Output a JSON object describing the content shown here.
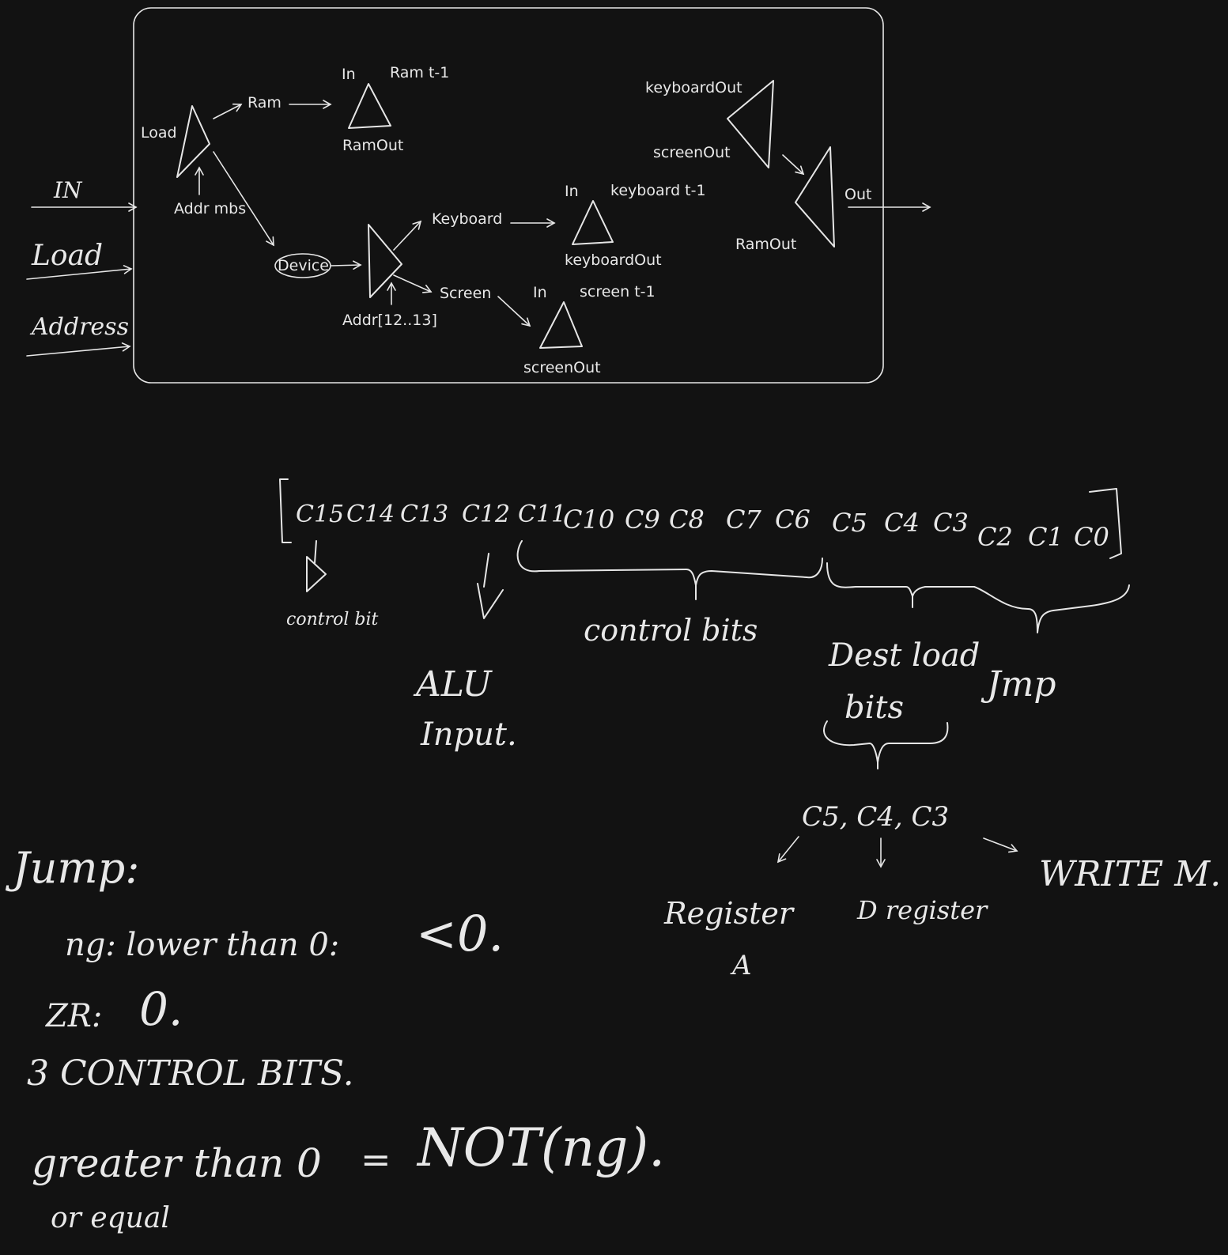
{
  "inputs": {
    "in": "IN",
    "load": "Load",
    "address": "Address"
  },
  "block": {
    "load_label": "Load",
    "addr_mbs": "Addr mbs",
    "ram": "Ram",
    "ram_in": "In",
    "ram_t1": "Ram t-1",
    "ram_out": "RamOut",
    "device": "Device",
    "addr_12_13": "Addr[12..13]",
    "keyboard": "Keyboard",
    "kb_in": "In",
    "kb_t1": "keyboard t-1",
    "kb_out": "keyboardOut",
    "screen": "Screen",
    "scr_in": "In",
    "scr_t1": "screen t-1",
    "scr_out": "screenOut",
    "mux_kb": "keyboardOut",
    "mux_scr": "screenOut",
    "mux_ram": "RamOut",
    "out": "Out"
  },
  "instruction": {
    "bits": [
      "C15",
      "C14",
      "C13",
      "C12",
      "C11",
      "C10",
      "C9",
      "C8",
      "C7",
      "C6",
      "C5",
      "C4",
      "C3",
      "C2",
      "C1",
      "C0"
    ],
    "control_bit": "control bit",
    "alu_input": [
      "ALU",
      "Input."
    ],
    "control_bits": "control bits",
    "dest_load_bits": [
      "Dest load",
      "bits"
    ],
    "jmp": "Jmp",
    "dest_bits": "C5, C4, C3",
    "register_a": [
      "Register",
      "A"
    ],
    "d_register": "D register",
    "write_m": "WRITE M."
  },
  "jump": {
    "title": "Jump:",
    "ng": "ng: lower than 0:",
    "ng_symbol": "<0.",
    "zr": "ZR:",
    "zr_symbol": "0.",
    "three_bits": "3 CONTROL BITS.",
    "greater": "greater than 0",
    "or_equal": "or equal",
    "equals": "=",
    "not_ng": "NOT(ng)."
  }
}
